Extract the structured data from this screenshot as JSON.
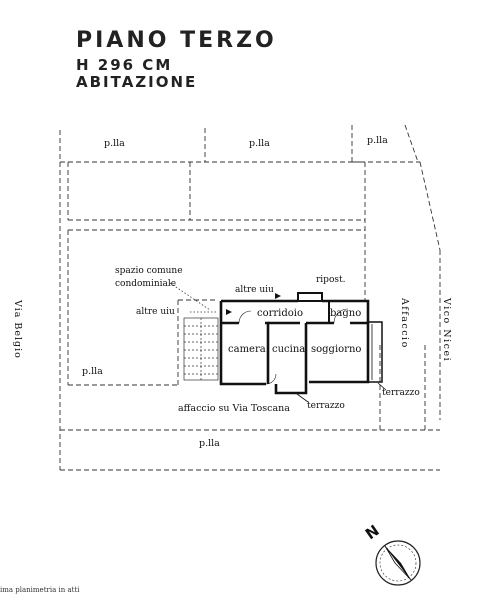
{
  "header": {
    "floor": "PIANO TERZO",
    "height": "H 296 CM",
    "use": "ABITAZIONE"
  },
  "plan": {
    "parcel_top_left": "p.lla",
    "parcel_top_mid": "p.lla",
    "parcel_top_right": "p.lla",
    "parcel_left_low": "p.lla",
    "parcel_bottom": "p.lla",
    "common_space_line1": "spazio comune",
    "common_space_line2": "condominiale",
    "altre_uiu_top": "altre uiu",
    "altre_uiu_left": "altre uiu",
    "ripost": "ripost.",
    "corridoio": "corridoio",
    "bagno": "bagno",
    "camera": "camera",
    "cucina": "cucina",
    "soggiorno": "soggiorno",
    "terrazzo_bottom": "terrazzo",
    "terrazzo_right": "terrazzo",
    "affaccio_via_toscana": "affaccio su Via Toscana",
    "affaccio_right": "Affaccio",
    "street_left": "Via Belgio",
    "street_right": "Vico Nicei",
    "north_label": "N"
  },
  "footer_note": "ima planimetria in atti"
}
